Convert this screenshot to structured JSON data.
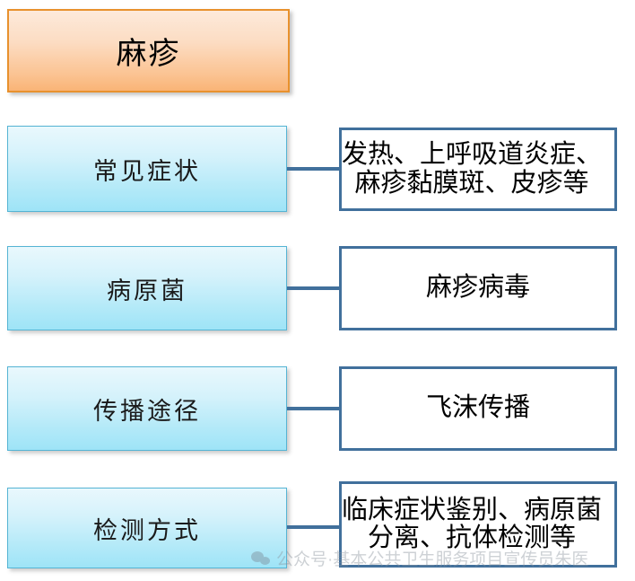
{
  "title": {
    "text": "麻疹"
  },
  "rows": [
    {
      "label": "常见症状",
      "value": "发热、上呼吸道炎症、麻疹黏膜斑、皮疹等",
      "multiline": true
    },
    {
      "label": "病原菌",
      "value": "麻疹病毒",
      "multiline": false
    },
    {
      "label": "传播途径",
      "value": "飞沫传播",
      "multiline": false
    },
    {
      "label": "检测方式",
      "value": "临床症状鉴别、病原菌分离、抗体检测等",
      "multiline": true
    }
  ],
  "watermark": {
    "text": "公众号·基本公共卫生服务项目宣传员朱医",
    "icon": "wechat-icon"
  },
  "colors": {
    "title_border": "#e8912d",
    "title_fill_top": "#fdeadb",
    "title_fill_bottom": "#f9b476",
    "label_border": "#55b4d4",
    "label_fill_top": "#e9f8fd",
    "label_fill_bottom": "#9ee4f7",
    "value_border": "#41709c",
    "value_fill": "#ffffff",
    "connector": "#41709c",
    "watermark_text": "#8a939c"
  }
}
